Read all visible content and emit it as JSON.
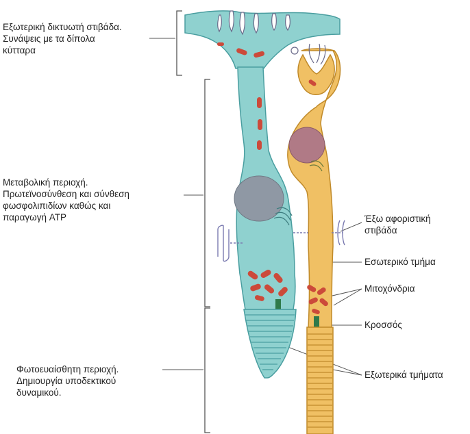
{
  "labels": {
    "outer_plexiform": [
      "Εξωτερική δικτυωτή στιβάδα.",
      "Συνάψεις με τα δίπολα",
      "κύτταρα"
    ],
    "metabolic": [
      "Μεταβολική περιοχή.",
      "Πρωτεϊνοσύνθεση και σύνθεση",
      "φωσφολιπιδίων καθώς και",
      "παραγωγή ATP"
    ],
    "photosensitive": [
      "Φωτοευαίσθητη περιοχή.",
      "Δημιουργία υποδεκτικού",
      "δυναμικού."
    ],
    "outer_limiting": [
      "Έξω αφοριστική",
      "στιβάδα"
    ],
    "inner_segment": "Εσωτερικό τμήμα",
    "mitochondria": "Μιτοχόνδρια",
    "cilium": "Κροσσός",
    "outer_segments": "Εξωτερικά τμήματα"
  },
  "colors": {
    "rod_fill": "#8fd1cf",
    "rod_stroke": "#4a9ea0",
    "cone_fill": "#f0c064",
    "cone_stroke": "#c08a2a",
    "mitochondria": "#cc4a3a",
    "nucleus_rod": "#8f98a4",
    "nucleus_cone": "#b07a86",
    "line": "#555555"
  }
}
